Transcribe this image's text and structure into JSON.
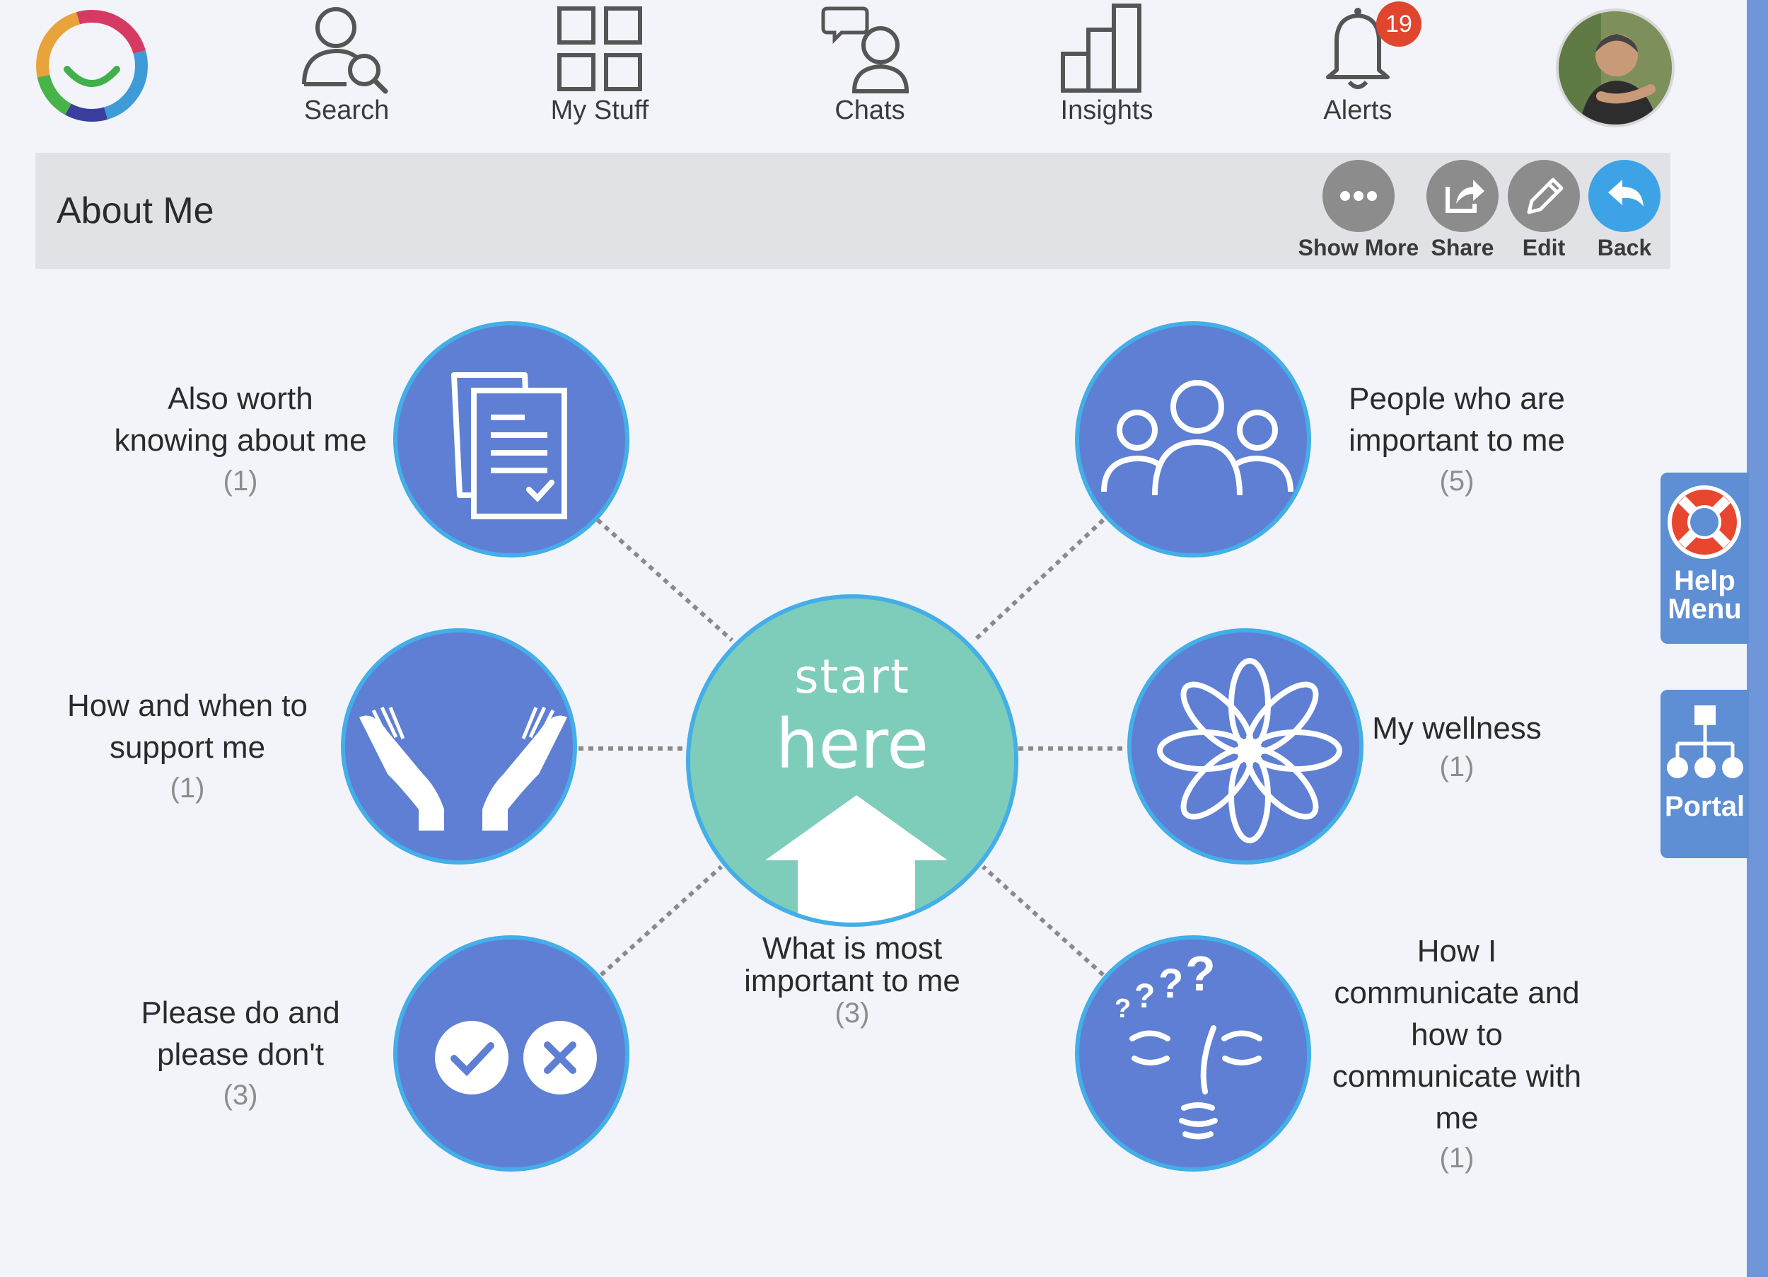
{
  "nav": {
    "search": "Search",
    "my_stuff": "My Stuff",
    "chats": "Chats",
    "insights": "Insights",
    "alerts": "Alerts",
    "alerts_count": "19"
  },
  "titlebar": {
    "title": "About Me",
    "show_more": "Show More",
    "share": "Share",
    "edit": "Edit",
    "back": "Back"
  },
  "center": {
    "line1": "start",
    "line2": "here",
    "label1": "What is most",
    "label2": "important to me",
    "count": "(3)"
  },
  "nodes": {
    "also_worth": {
      "line1": "Also worth",
      "line2": "knowing about me",
      "count": "(1)"
    },
    "support": {
      "line1": "How and when to",
      "line2": "support me",
      "count": "(1)"
    },
    "do_dont": {
      "line1": "Please do and",
      "line2": "please don't",
      "count": "(3)"
    },
    "people": {
      "line1": "People who are",
      "line2": "important to me",
      "count": "(5)"
    },
    "wellness": {
      "line1": "My wellness",
      "count": "(1)"
    },
    "communicate": {
      "line1": "How I",
      "line2": "communicate and",
      "line3": "how to",
      "line4": "communicate with",
      "line5": "me",
      "count": "(1)"
    }
  },
  "side": {
    "help1": "Help",
    "help2": "Menu",
    "portal": "Portal"
  },
  "colors": {
    "node_fill": "#5e7fd3",
    "node_border": "#43aee8",
    "center_fill": "#7ecdba",
    "badge": "#e0452e",
    "back_button": "#3da3e6"
  }
}
